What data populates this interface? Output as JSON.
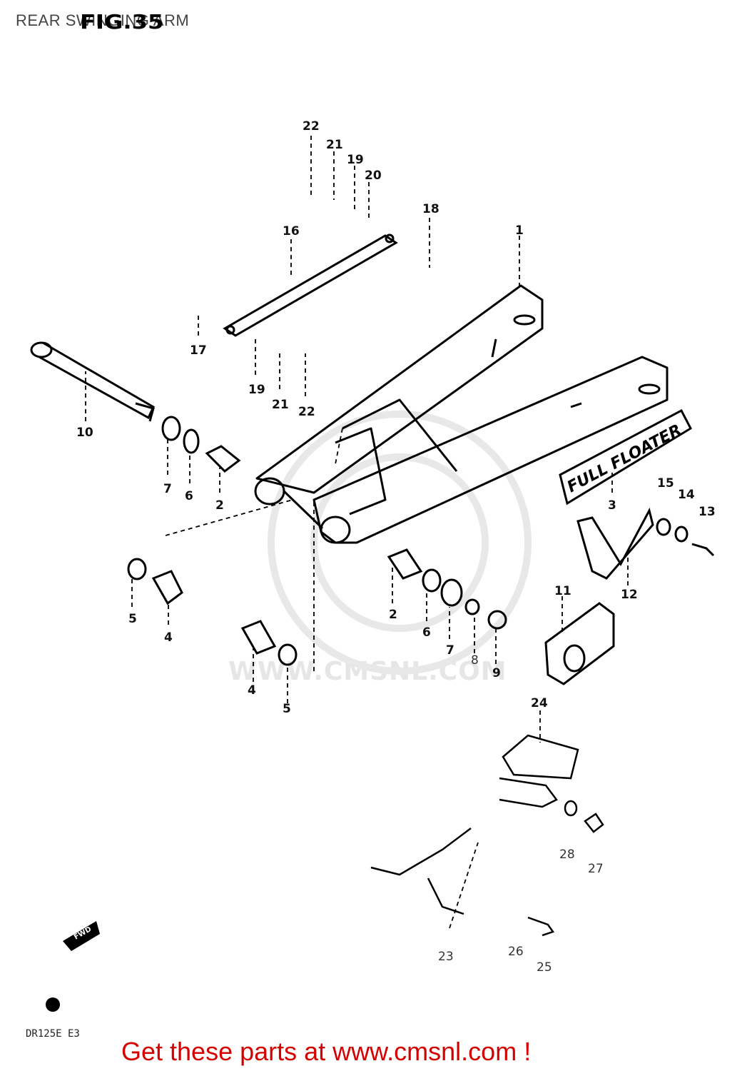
{
  "header": {
    "page_title": "REAR SWINGING ARM",
    "figure_title": "FIG.35"
  },
  "watermark": {
    "url": "WWW.CMSNL.COM"
  },
  "diagram": {
    "fullfloater_badge": "FULL FLOATER",
    "fwd_arrow": "FWD",
    "model_code": "DR125E E3",
    "part_numbers": [
      "22",
      "21",
      "19",
      "20",
      "18",
      "16",
      "1",
      "17",
      "19",
      "21",
      "22",
      "10",
      "7",
      "6",
      "2",
      "3",
      "15",
      "14",
      "13",
      "12",
      "11",
      "5",
      "4",
      "2",
      "6",
      "7",
      "8",
      "9",
      "4",
      "5",
      "24",
      "28",
      "27",
      "23",
      "26",
      "25"
    ]
  },
  "footer": {
    "cta_text": "Get these parts at www.cmsnl.com !"
  },
  "colors": {
    "cta": "#d40000",
    "line": "#000000",
    "watermark": "#e6e6e6",
    "title": "#444444"
  }
}
